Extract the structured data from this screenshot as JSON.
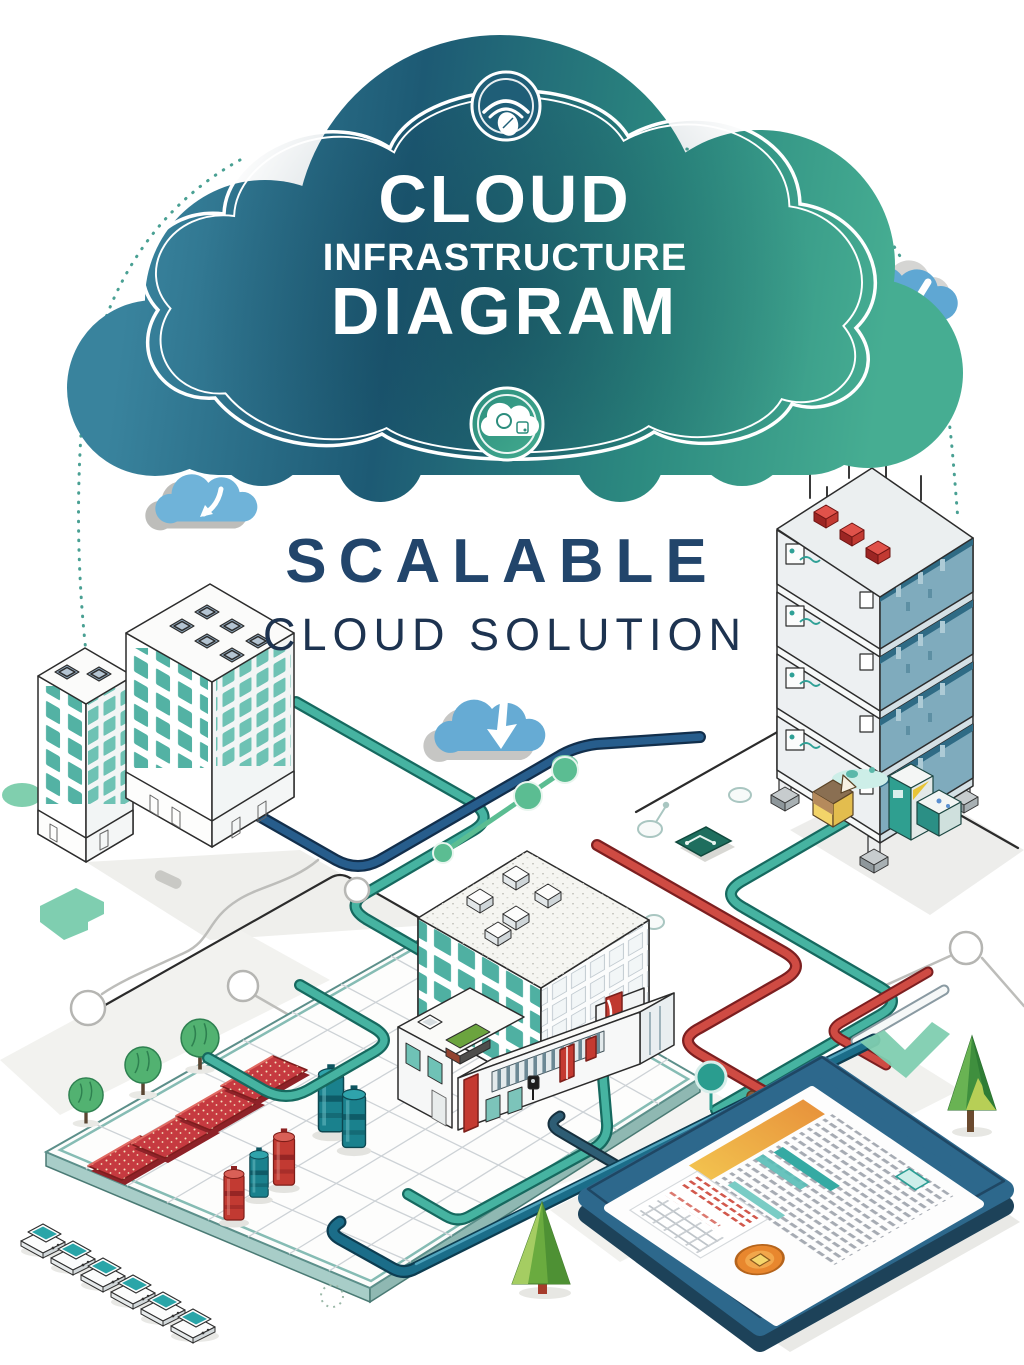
{
  "header": {
    "title_lines": [
      "CLOUD",
      "INFRASTRUCTURE",
      "DIAGRAM"
    ],
    "top_icon": "wifi-signal-icon",
    "bottom_icon": "cloud-sketch-icon"
  },
  "subtitle": {
    "line1": "SCALABLE",
    "line2": "CLOUD SOLUTION"
  },
  "palette": {
    "cloud_gradient_start": "#39839d",
    "cloud_gradient_mid": "#1d5a74",
    "cloud_gradient_end": "#46ad92",
    "title_text": "#ffffff",
    "subtitle_navy": "#22456b",
    "pipe_teal": "#46b3a1",
    "pipe_navy": "#275d8c",
    "pipe_red": "#cf4b43",
    "pipe_dark_teal": "#1b6d89",
    "window_teal": "#53b2a4",
    "server_steel": "#7fabbd",
    "accent_red": "#c63a40",
    "accent_orange": "#e8872e",
    "mint_green": "#7fceb0",
    "sky_blue": "#6fb3d9",
    "tree_green": "#52b271"
  },
  "icons": {
    "wifi": "wifi-signal-icon",
    "cloud_badge": "cloud-sketch-icon",
    "download_cloud": "cloud-download-icon",
    "check_cloud": "cloud-check-icon",
    "checkmark": "checkmark-shape"
  }
}
